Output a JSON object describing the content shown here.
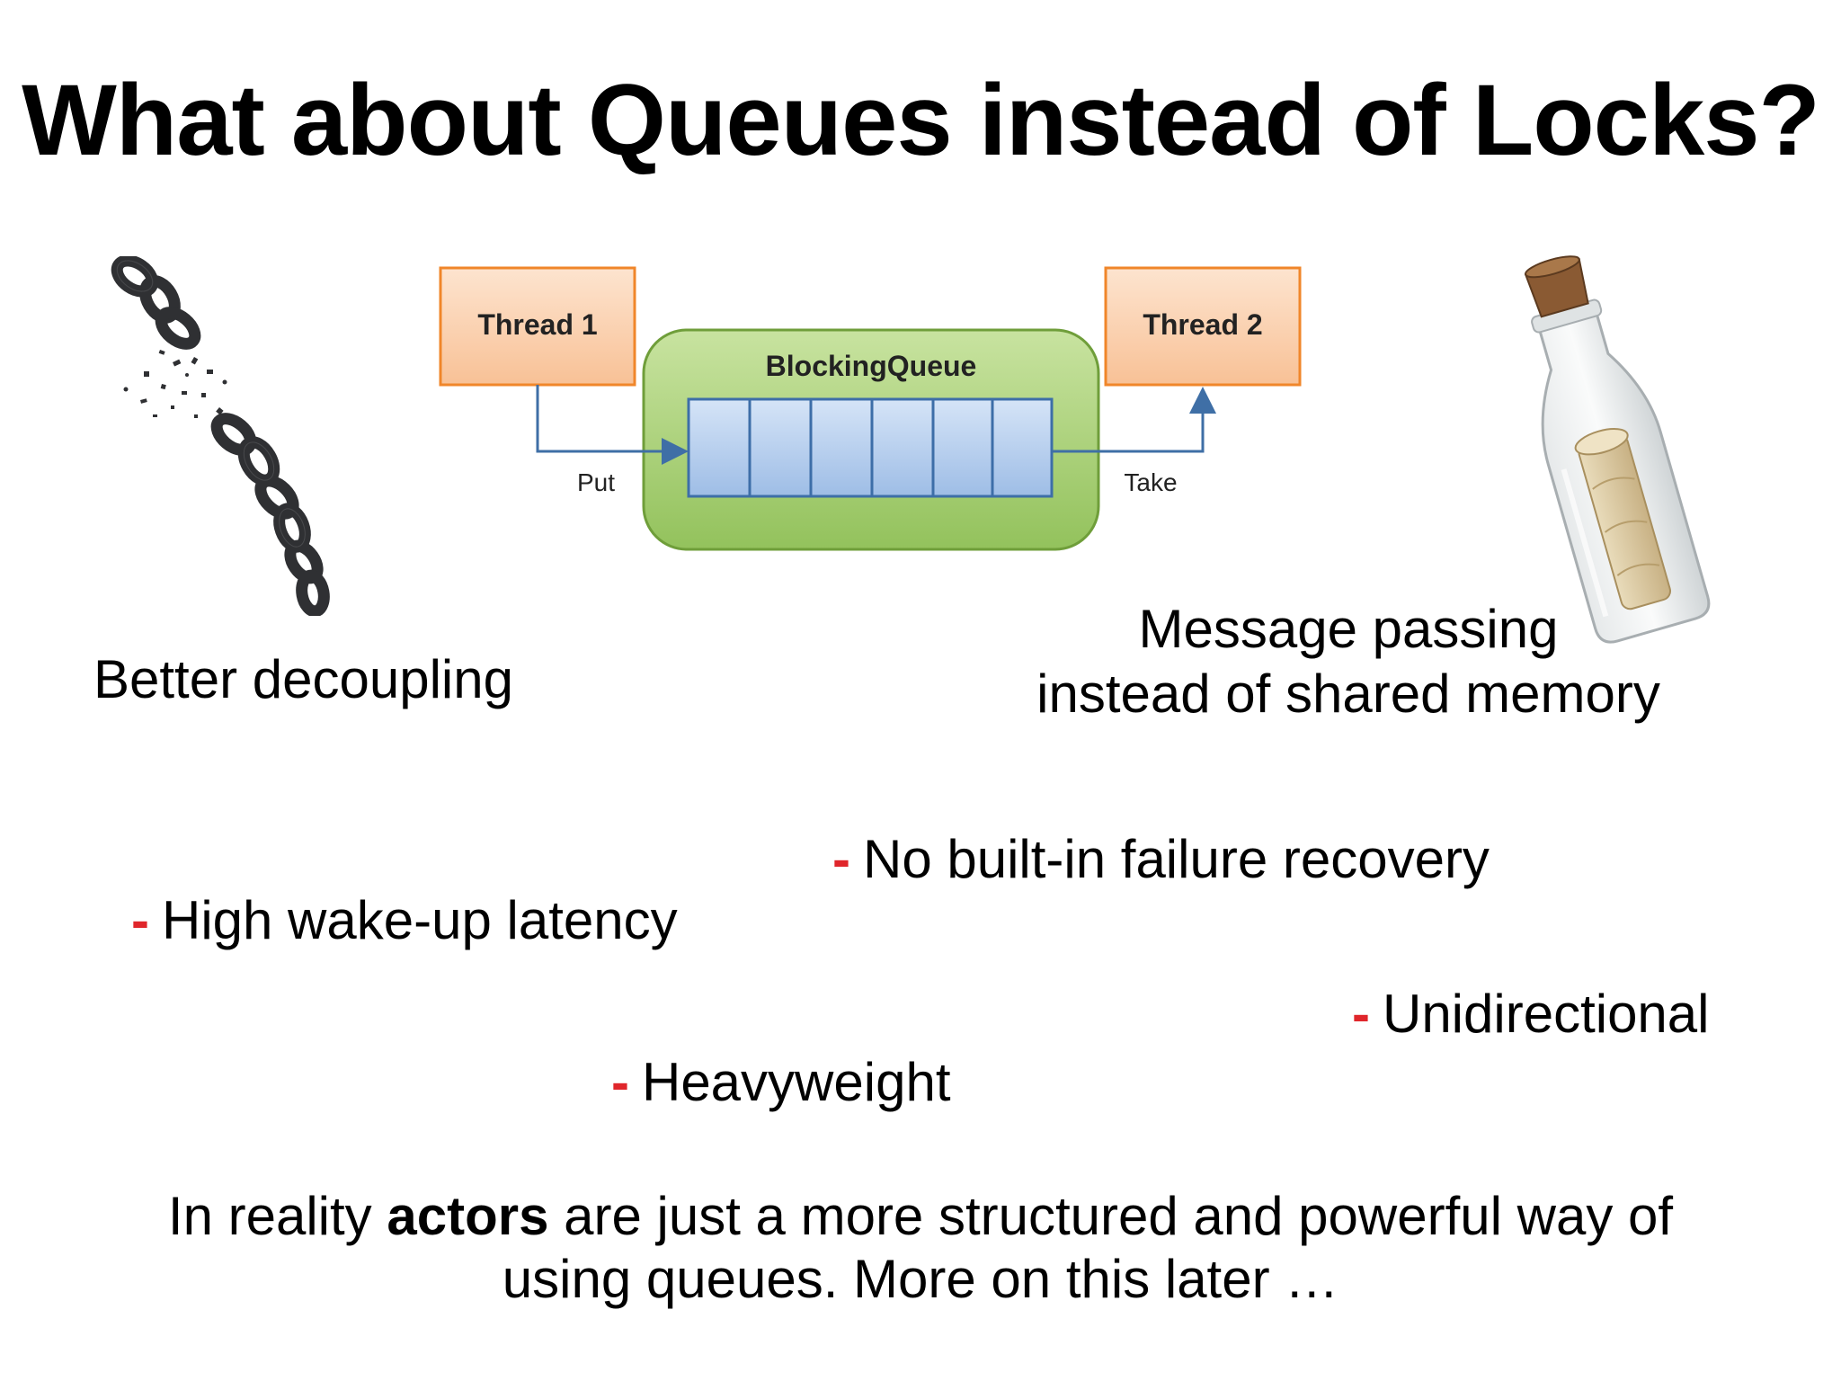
{
  "slide": {
    "title": "What about Queues instead of Locks?",
    "diagram": {
      "thread1": "Thread 1",
      "thread2": "Thread 2",
      "queue": "BlockingQueue",
      "put": "Put",
      "take": "Take",
      "queue_slots": 6
    },
    "captions": {
      "left": "Better decoupling",
      "right_line1": "Message passing",
      "right_line2": "instead of shared memory"
    },
    "bullet_marker": "-",
    "bullets": {
      "failure": "No built-in failure recovery",
      "latency": "High wake-up latency",
      "direction": "Unidirectional",
      "weight": "Heavyweight"
    },
    "conclusion": {
      "before": "In reality ",
      "bold": "actors",
      "after": " are just a more structured and powerful way of",
      "line2": "using queues. More on this later …"
    },
    "colors": {
      "bullet_dash": "#e0262b",
      "thread_box_fill": "#fbd3b2",
      "thread_box_border": "#f0862a",
      "queue_fill": "#a9d074",
      "queue_border": "#6f9e3a",
      "slot_fill": "#b4cdee",
      "slot_border": "#3d6ea8",
      "arrow": "#3f6fa6"
    }
  }
}
